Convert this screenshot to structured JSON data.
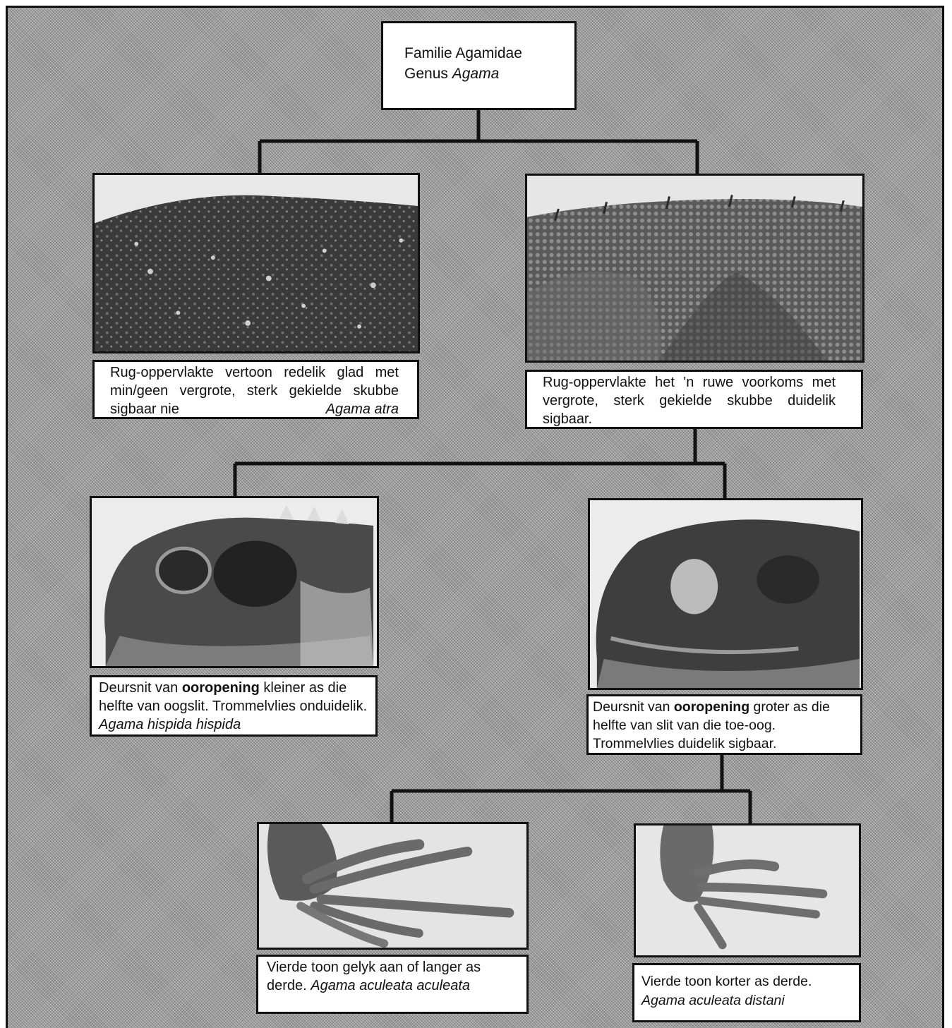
{
  "root": {
    "line1": "Familie Agamidae",
    "line2_prefix": "Genus ",
    "line2_italic": "Agama"
  },
  "level1": {
    "left": {
      "photo_icon": "smooth-dorsal-scales-photo",
      "text": "Rug-oppervlakte vertoon redelik glad met min/geen vergrote, sterk gekielde skubbe sigbaar nie",
      "species": "Agama atra"
    },
    "right": {
      "photo_icon": "rough-dorsal-scales-photo",
      "text": "Rug-oppervlakte het 'n ruwe voorkoms met vergrote, sterk gekielde skubbe duidelik sigbaar."
    }
  },
  "level2": {
    "left": {
      "photo_icon": "small-ear-opening-head-photo",
      "text_pre": "Deursnit van ",
      "text_bold": "ooropening",
      "text_post": " kleiner as die helfte van oogslit. Trommelvlies onduidelik. ",
      "species": "Agama hispida hispida"
    },
    "right": {
      "photo_icon": "large-ear-opening-head-photo",
      "text_pre": "Deursnit van ",
      "text_bold": "ooropening",
      "text_post": " groter as die helfte van slit van die toe-oog. Trommelvlies duidelik sigbaar."
    }
  },
  "level3": {
    "left": {
      "photo_icon": "long-fourth-toe-foot-photo",
      "text": "Vierde toon gelyk aan of langer as derde.",
      "species": "Agama aculeata aculeata"
    },
    "right": {
      "photo_icon": "short-fourth-toe-foot-photo",
      "text": "Vierde toon korter as derde.",
      "species": "Agama aculeata distani"
    }
  },
  "colors": {
    "background_pattern": "#9c9c9c",
    "lines": "#111111",
    "box": "#ffffff"
  }
}
